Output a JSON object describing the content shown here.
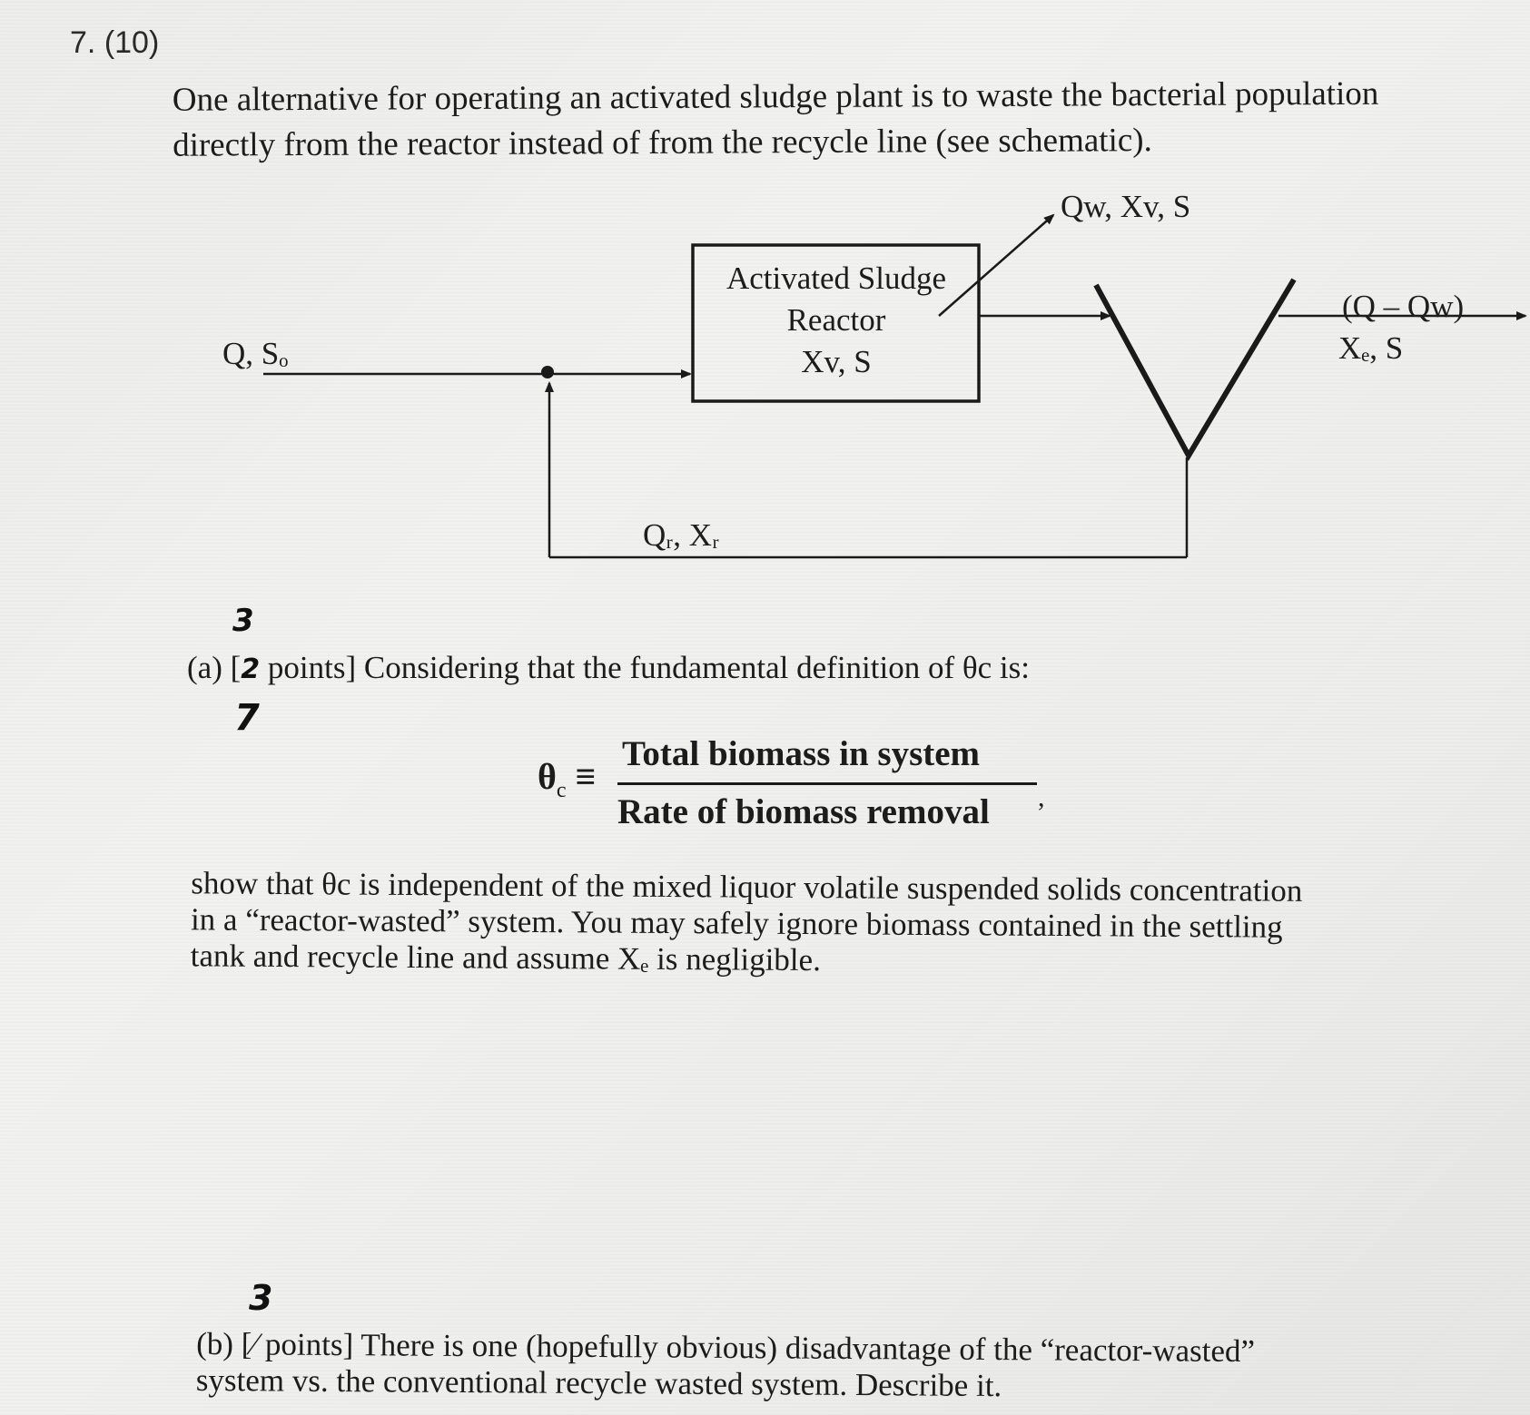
{
  "question": {
    "number": "7.",
    "points": "(10)",
    "intro_lines": [
      "One alternative for operating an activated sludge plant is to waste the bacterial population",
      "directly from the reactor instead of from the recycle line (see schematic)."
    ]
  },
  "schematic": {
    "influent_label": "Q, Sₒ",
    "reactor": {
      "title_line1": "Activated Sludge",
      "title_line2": "Reactor",
      "contents": "Xv, S"
    },
    "waste_label": "Qw, Xv, S",
    "effluent_label_top": "(Q – Qw)",
    "effluent_label_bottom": "Xₑ, S",
    "recycle_label": "Qᵣ, Xᵣ"
  },
  "part_a": {
    "label": "(a) [",
    "crossed_points": "2",
    "points_text": " points] Considering that the fundamental definition of θc is:",
    "handwritten_above": "3",
    "handwritten_below": "7",
    "formula": {
      "lhs": "θ",
      "lhs_sub": "c",
      "operator": "≡",
      "numerator": "Total biomass in system",
      "denominator": "Rate of biomass removal",
      "trailing": ","
    },
    "body_lines": [
      "show that θc  is independent of the mixed liquor volatile suspended solids concentration",
      "in a “reactor-wasted” system.  You may safely ignore biomass contained in the settling",
      "tank and recycle line and assume Xₑ is negligible."
    ]
  },
  "part_b": {
    "handwritten_above": "3",
    "lines": [
      "(b) [∕ points]  There is one (hopefully obvious) disadvantage of the “reactor-wasted”",
      "system vs. the conventional recycle wasted system.  Describe it."
    ]
  }
}
